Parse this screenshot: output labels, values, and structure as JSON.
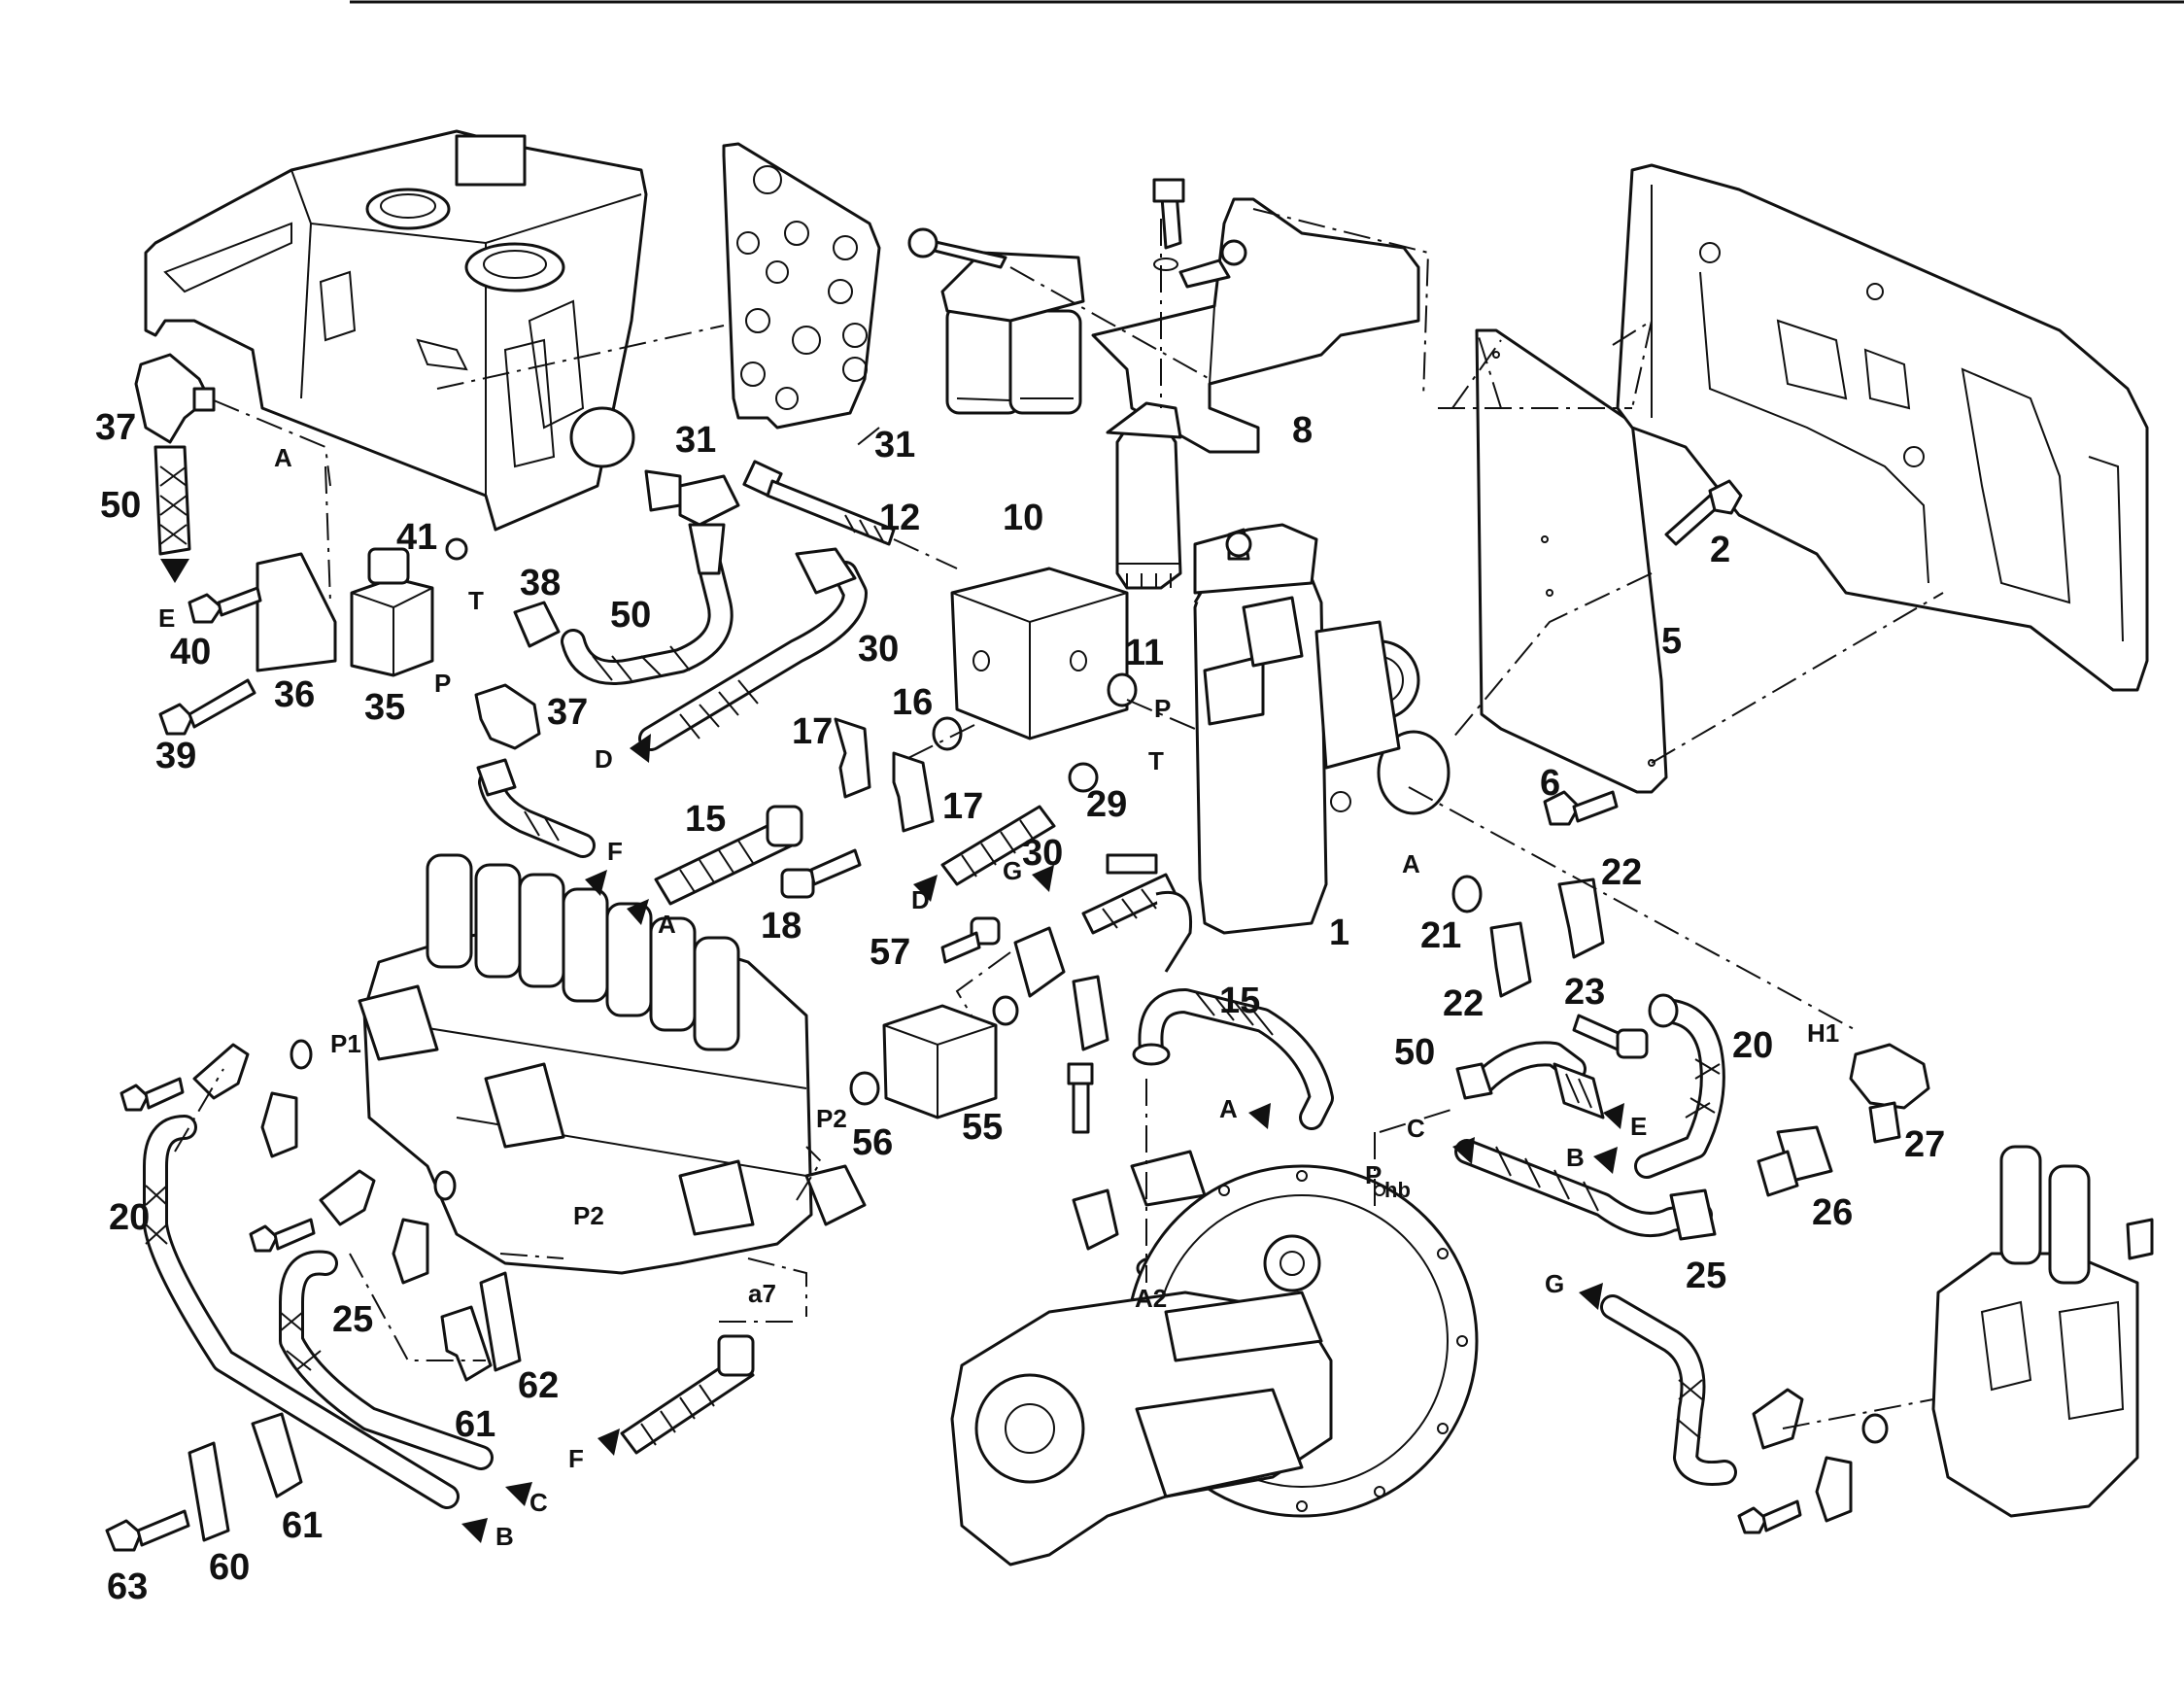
{
  "callouts": [
    {
      "id": "c37a",
      "text": "37"
    },
    {
      "id": "c50a",
      "text": "50"
    },
    {
      "id": "c40",
      "text": "40"
    },
    {
      "id": "c39",
      "text": "39"
    },
    {
      "id": "c36",
      "text": "36"
    },
    {
      "id": "c35",
      "text": "35"
    },
    {
      "id": "c41",
      "text": "41"
    },
    {
      "id": "c38",
      "text": "38"
    },
    {
      "id": "c37b",
      "text": "37"
    },
    {
      "id": "c31a",
      "text": "31"
    },
    {
      "id": "c31b",
      "text": "31"
    },
    {
      "id": "c50b",
      "text": "50"
    },
    {
      "id": "c30a",
      "text": "30"
    },
    {
      "id": "c12",
      "text": "12"
    },
    {
      "id": "c10",
      "text": "10"
    },
    {
      "id": "c11",
      "text": "11"
    },
    {
      "id": "c16",
      "text": "16"
    },
    {
      "id": "c17a",
      "text": "17"
    },
    {
      "id": "c17b",
      "text": "17"
    },
    {
      "id": "c15a",
      "text": "15"
    },
    {
      "id": "c18",
      "text": "18"
    },
    {
      "id": "c29",
      "text": "29"
    },
    {
      "id": "c30b",
      "text": "30"
    },
    {
      "id": "c8",
      "text": "8"
    },
    {
      "id": "c2",
      "text": "2"
    },
    {
      "id": "c5",
      "text": "5"
    },
    {
      "id": "c6",
      "text": "6"
    },
    {
      "id": "c1",
      "text": "1"
    },
    {
      "id": "c22a",
      "text": "22"
    },
    {
      "id": "c21",
      "text": "21"
    },
    {
      "id": "c22b",
      "text": "22"
    },
    {
      "id": "c23",
      "text": "23"
    },
    {
      "id": "c20a",
      "text": "20"
    },
    {
      "id": "c50c",
      "text": "50"
    },
    {
      "id": "c27",
      "text": "27"
    },
    {
      "id": "c26",
      "text": "26"
    },
    {
      "id": "c25a",
      "text": "25"
    },
    {
      "id": "c57",
      "text": "57"
    },
    {
      "id": "c15b",
      "text": "15"
    },
    {
      "id": "c56",
      "text": "56"
    },
    {
      "id": "c55",
      "text": "55"
    },
    {
      "id": "c20b",
      "text": "20"
    },
    {
      "id": "c25b",
      "text": "25"
    },
    {
      "id": "c62",
      "text": "62"
    },
    {
      "id": "c61a",
      "text": "61"
    },
    {
      "id": "c61b",
      "text": "61"
    },
    {
      "id": "c60",
      "text": "60"
    },
    {
      "id": "c63",
      "text": "63"
    }
  ],
  "ports": [
    {
      "id": "pA1",
      "text": "A"
    },
    {
      "id": "pE1",
      "text": "E"
    },
    {
      "id": "pT1",
      "text": "T"
    },
    {
      "id": "pP1",
      "text": "P"
    },
    {
      "id": "pD1",
      "text": "D"
    },
    {
      "id": "pF1",
      "text": "F"
    },
    {
      "id": "pA2",
      "text": "A"
    },
    {
      "id": "pP2",
      "text": "P"
    },
    {
      "id": "pT2",
      "text": "T"
    },
    {
      "id": "pD2",
      "text": "D"
    },
    {
      "id": "pG1",
      "text": "G"
    },
    {
      "id": "pA3",
      "text": "A"
    },
    {
      "id": "pH1",
      "text": "H1"
    },
    {
      "id": "pE2",
      "text": "E"
    },
    {
      "id": "pB1",
      "text": "B"
    },
    {
      "id": "pC1",
      "text": "C"
    },
    {
      "id": "pA4",
      "text": "A"
    },
    {
      "id": "pPhb",
      "text": "P"
    },
    {
      "id": "pPhbSub",
      "text": "hb"
    },
    {
      "id": "pG2",
      "text": "G"
    },
    {
      "id": "pP1a",
      "text": "P1"
    },
    {
      "id": "pP2a",
      "text": "P2"
    },
    {
      "id": "pP2b",
      "text": "P2"
    },
    {
      "id": "pa7",
      "text": "a7"
    },
    {
      "id": "pA2b",
      "text": "A2"
    },
    {
      "id": "pF2",
      "text": "F"
    },
    {
      "id": "pC2",
      "text": "C"
    },
    {
      "id": "pB2",
      "text": "B"
    }
  ]
}
